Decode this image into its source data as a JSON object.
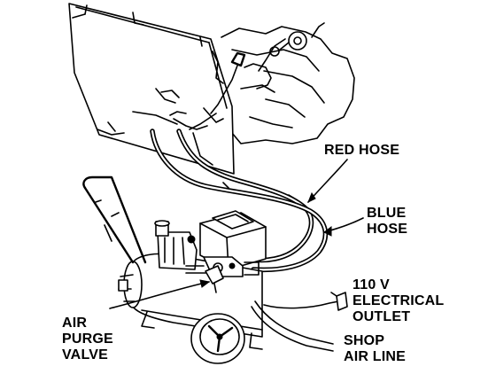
{
  "labels": {
    "red_hose": "RED HOSE",
    "blue_hose": [
      "BLUE",
      "HOSE"
    ],
    "outlet": [
      "110 V",
      "ELECTRICAL",
      "OUTLET"
    ],
    "purge_valve": [
      "AIR",
      "PURGE",
      "VALVE"
    ],
    "shop_air": [
      "SHOP",
      "AIR LINE"
    ]
  },
  "colors": {
    "ink": "#000000",
    "paper": "#ffffff"
  },
  "parts": [
    "radiator",
    "engine",
    "air-compressor",
    "flush-unit",
    "red-hose",
    "blue-hose",
    "electrical-outlet",
    "air-purge-valve",
    "shop-air-line",
    "wheel",
    "handle"
  ]
}
